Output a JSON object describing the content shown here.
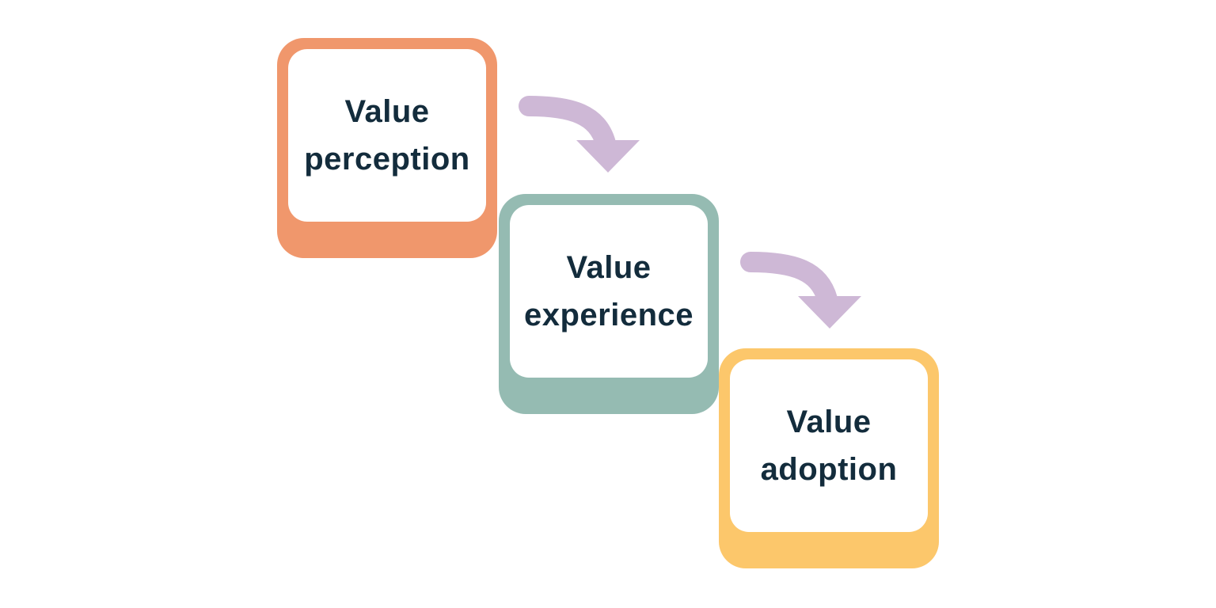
{
  "page": {
    "background": "#FFFFFF"
  },
  "diagram": {
    "text_color": "#132C3C",
    "arrow_color": "#CEB8D6",
    "steps": [
      {
        "name": "value-perception",
        "label": "Value perception",
        "lines": [
          "Value",
          "perception"
        ],
        "color": "#F0976C"
      },
      {
        "name": "value-experience",
        "label": "Value experience",
        "lines": [
          "Value",
          "experience"
        ],
        "color": "#95BBB2"
      },
      {
        "name": "value-adoption",
        "label": "Value adoption",
        "lines": [
          "Value",
          "adoption"
        ],
        "color": "#FCC76B"
      }
    ],
    "arrows": [
      {
        "from": "value-perception",
        "to": "value-experience"
      },
      {
        "from": "value-experience",
        "to": "value-adoption"
      }
    ]
  }
}
